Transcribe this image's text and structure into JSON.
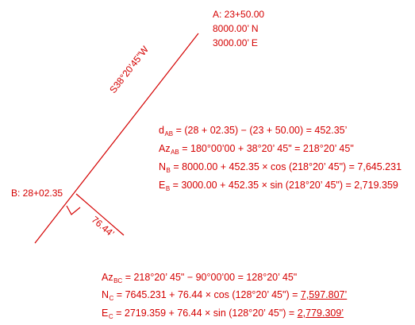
{
  "colors": {
    "ink": "#d40000",
    "background": "#ffffff"
  },
  "pointA": {
    "label": "A: 23+50.00",
    "north": "8000.00’ N",
    "east": "3000.00’ E"
  },
  "bearing_label": "S38°20’45\"W",
  "pointB": {
    "label": "B: 28+02.35"
  },
  "offset_label": "76.44’",
  "calc_ab": {
    "d_symbol": "d",
    "d_sub": "AB",
    "d_rhs": "= (28 + 02.35) − (23 + 50.00) = 452.35’",
    "az_symbol": "Az",
    "az_sub": "AB",
    "az_rhs": "= 180°00’00 + 38°20’ 45\" = 218°20’ 45\"",
    "n_symbol": "N",
    "n_sub": "B",
    "n_rhs": "= 8000.00 + 452.35 × cos (218°20’ 45\") = 7,645.231",
    "e_symbol": "E",
    "e_sub": "B",
    "e_rhs": "= 3000.00 + 452.35 × sin (218°20’ 45\") = 2,719.359"
  },
  "calc_bc": {
    "az_symbol": "Az",
    "az_sub": "BC",
    "az_rhs": "= 218°20’ 45\" − 90°00’00 = 128°20’ 45\"",
    "n_symbol": "N",
    "n_sub": "C",
    "n_rhs": "= 7645.231 + 76.44 × cos (128°20’ 45\") = ",
    "n_result": "7,597.807’",
    "e_symbol": "E",
    "e_sub": "C",
    "e_rhs": "= 2719.359 + 76.44 × sin (128°20’ 45\") = ",
    "e_result": "2,779.309’"
  }
}
